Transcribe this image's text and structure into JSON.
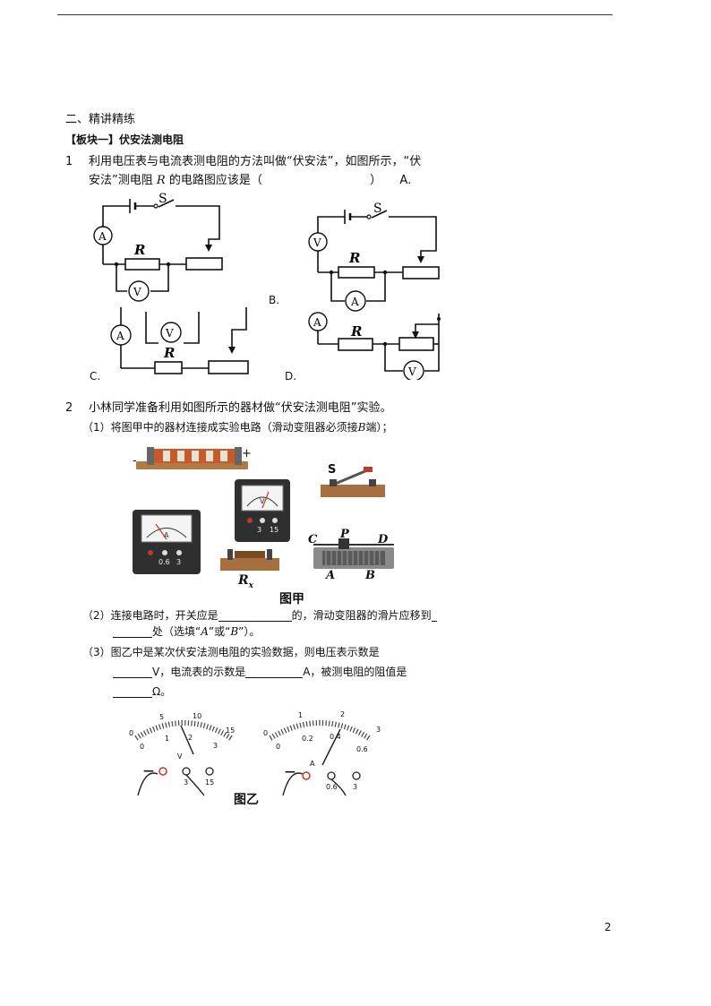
{
  "section_title": "二、精讲精练",
  "block_title": "【板块一】伏安法测电阻",
  "q1": {
    "num": "1",
    "line1": "利用电压表与电流表测电阻的方法叫做“伏安法”，如图所示，“伏",
    "line2a": "安法”测电阻",
    "line2_var": "R",
    "line2b": "的电路图应该是（",
    "line2c": "）",
    "option_a": "A.",
    "option_b": "B.",
    "option_c": "C.",
    "option_d": "D.",
    "sym_s": "S",
    "sym_r": "R",
    "sym_a": "A",
    "sym_v": "V"
  },
  "q2": {
    "num": "2",
    "intro": "小林同学准备利用如图所示的器材做“伏安法测电阻”实验。",
    "p1a": "（1）将图甲中的器材连接成实验电路（滑动变阻器必须接",
    "p1_var": "B",
    "p1b": "端）；",
    "p2a": "（2）连接电路时，开关应是",
    "p2b": "的，滑动变阻器的滑片应移到",
    "p2c": "处（选填“",
    "p2_var_a": "A",
    "p2d": "”或“",
    "p2_var_b": "B",
    "p2e": "”）。",
    "p3a": "（3）图乙中是某次伏安法测电阻的实验数据，则电压表示数是",
    "p3b": "V，电流表的示数是",
    "p3c": "A，被测电阻的阻值是",
    "p3d": "Ω。",
    "fig1": {
      "caption": "图甲",
      "minus": "-",
      "plus": "+",
      "switch_label": "S",
      "rx_label": "R",
      "rx_sub": "x",
      "rheo_c": "C",
      "rheo_p": "P",
      "rheo_d": "D",
      "rheo_a": "A",
      "rheo_b": "B",
      "ammeter_terms": [
        "0.6",
        "3"
      ],
      "ammeter_letter": "A",
      "voltmeter_terms": [
        "3",
        "15"
      ],
      "voltmeter_letter": "V"
    },
    "fig2": {
      "caption": "图乙",
      "voltmeter_outer_ticks": [
        "0",
        "5",
        "10",
        "15"
      ],
      "voltmeter_inner_ticks": [
        "0",
        "1",
        "2",
        "3"
      ],
      "voltmeter_letter": "V",
      "voltmeter_terms": [
        "3",
        "15"
      ],
      "voltmeter_minus": "—",
      "ammeter_outer_ticks": [
        "0",
        "1",
        "2",
        "3"
      ],
      "ammeter_inner_ticks": [
        "0",
        "0.2",
        "0.4",
        "0.6"
      ],
      "ammeter_letter": "A",
      "ammeter_terms": [
        "0.6",
        "3"
      ],
      "ammeter_minus": "—"
    }
  },
  "page_number": "2"
}
